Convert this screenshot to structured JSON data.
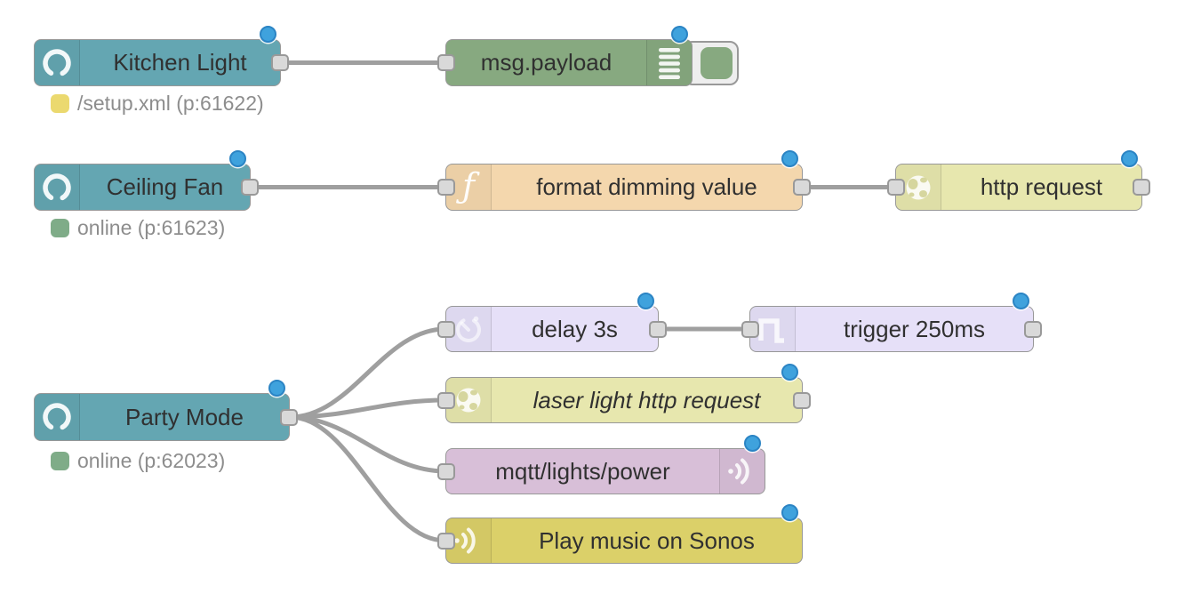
{
  "canvas": {
    "background": "#ffffff"
  },
  "colors": {
    "wire": "#9f9f9f",
    "modified_dot": "#3fa2dd",
    "port_fill": "#d9d9d9",
    "status_text": "#8d8d8d"
  },
  "nodes": {
    "kitchen_light": {
      "label": "Kitchen Light",
      "color": "#64a6b2",
      "icon": "alexa-ring-icon",
      "status": {
        "text": "/setup.xml (p:61622)",
        "dot_color": "#ebd96f"
      }
    },
    "msg_payload": {
      "label": "msg.payload",
      "color": "#87a980",
      "icon": "debug-list-icon"
    },
    "ceiling_fan": {
      "label": "Ceiling Fan",
      "color": "#64a6b2",
      "icon": "alexa-ring-icon",
      "status": {
        "text": "online (p:61623)",
        "dot_color": "#7fac88"
      }
    },
    "format_dimming": {
      "label": "format dimming value",
      "color": "#f4d7ad",
      "icon": "function-icon"
    },
    "http_request": {
      "label": "http request",
      "color": "#e7e7ae",
      "icon": "globe-icon"
    },
    "delay_3s": {
      "label": "delay 3s",
      "color": "#e6e0f8",
      "icon": "timer-icon"
    },
    "trigger_250ms": {
      "label": "trigger 250ms",
      "color": "#e6e0f8",
      "icon": "pulse-icon"
    },
    "laser_http": {
      "label": "laser light http request",
      "color": "#e7e7ae",
      "icon": "globe-icon"
    },
    "party_mode": {
      "label": "Party Mode",
      "color": "#64a6b2",
      "icon": "alexa-ring-icon",
      "status": {
        "text": "online (p:62023)",
        "dot_color": "#7fac88"
      }
    },
    "mqtt_power": {
      "label": "mqtt/lights/power",
      "color": "#d8bfd8",
      "icon": "broadcast-icon"
    },
    "sonos": {
      "label": "Play music on Sonos",
      "color": "#dbd069",
      "icon": "broadcast-icon"
    }
  }
}
